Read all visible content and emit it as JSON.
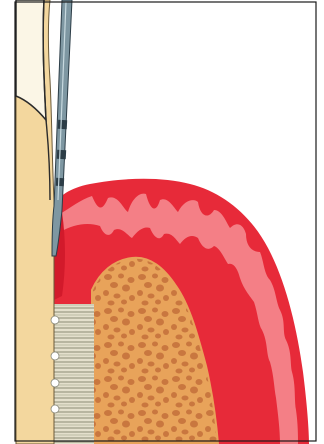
{
  "figure": {
    "background_color": "#ffffff",
    "frame_color": "#1a1a1a",
    "colors": {
      "enamel": "#fbf6e6",
      "root_dentin": "#f3d79e",
      "gingiva_outer": "#e72a39",
      "gingiva_inner": "#f47f86",
      "bone_fill": "#e8a35a",
      "bone_pores": "#c9773f",
      "ligament_fibers": "#d8d6c2",
      "probe_body": "#7e97a2",
      "probe_dark_bands": "#2c3d47"
    },
    "components": [
      "enamel-crown",
      "tooth-root",
      "periodontal-probe",
      "gingiva",
      "gingival-pocket",
      "alveolar-bone",
      "periodontal-ligament"
    ]
  }
}
